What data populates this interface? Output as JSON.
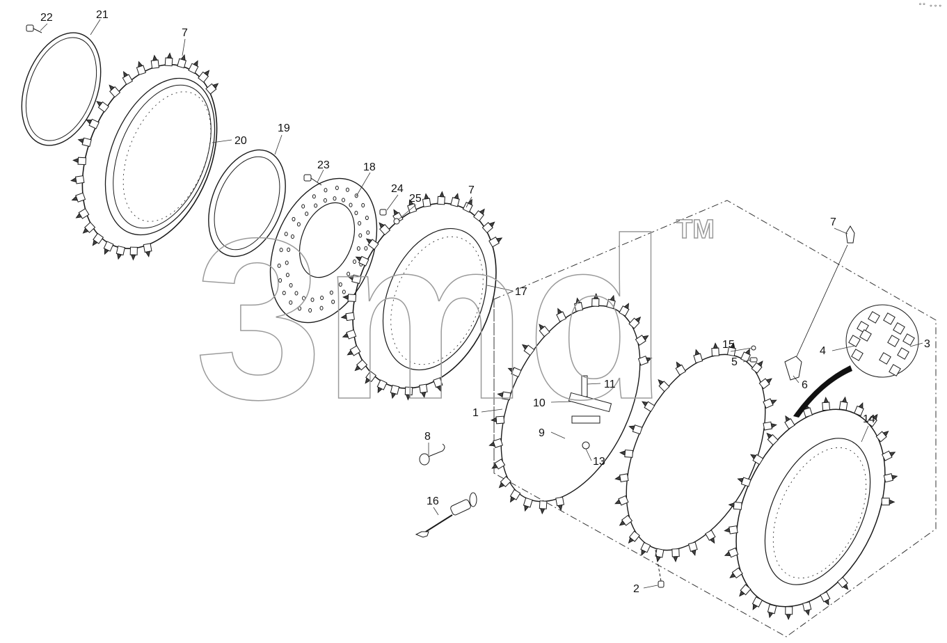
{
  "callouts": {
    "c1": "1",
    "c2": "2",
    "c3": "3",
    "c4": "4",
    "c5": "5",
    "c6": "6",
    "c7a": "7",
    "c7b": "7",
    "c7c": "7",
    "c8": "8",
    "c9": "9",
    "c10": "10",
    "c11": "11",
    "c13": "13",
    "c14": "14",
    "c15": "15",
    "c16": "16",
    "c17": "17",
    "c18": "18",
    "c19": "19",
    "c20": "20",
    "c21": "21",
    "c22": "22",
    "c23": "23",
    "c24": "24",
    "c25": "25"
  },
  "watermark": {
    "text": "3md",
    "tm": "TM"
  },
  "corner_glyphs": "°° ∘∘∘",
  "colors": {
    "line": "#1a1a1a",
    "watermark": "#9a9a9a",
    "leader": "#333333"
  }
}
